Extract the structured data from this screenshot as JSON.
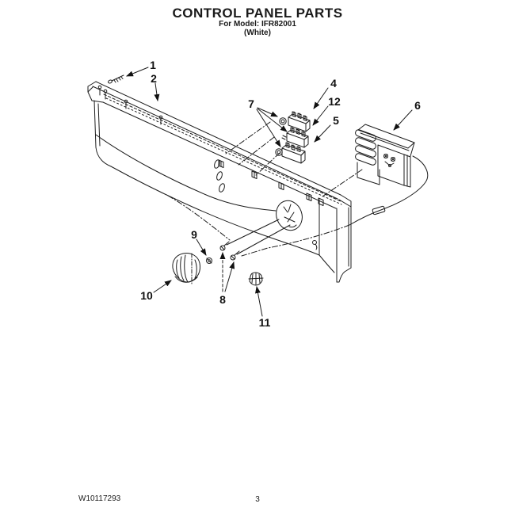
{
  "header": {
    "title": "CONTROL PANEL PARTS",
    "model_line": "For Model: IFR82001",
    "finish_line": "(White)"
  },
  "footer": {
    "document_number": "W10117293",
    "page_number": "3"
  },
  "diagram": {
    "kind": "exploded-parts-line-drawing",
    "callouts": {
      "c1": "1",
      "c2": "2",
      "c4": "4",
      "c5": "5",
      "c6": "6",
      "c7": "7",
      "c8": "8",
      "c9": "9",
      "c10": "10",
      "c11": "11",
      "c12": "12"
    },
    "colors": {
      "line": "#1c1c1c",
      "background": "#ffffff"
    }
  }
}
